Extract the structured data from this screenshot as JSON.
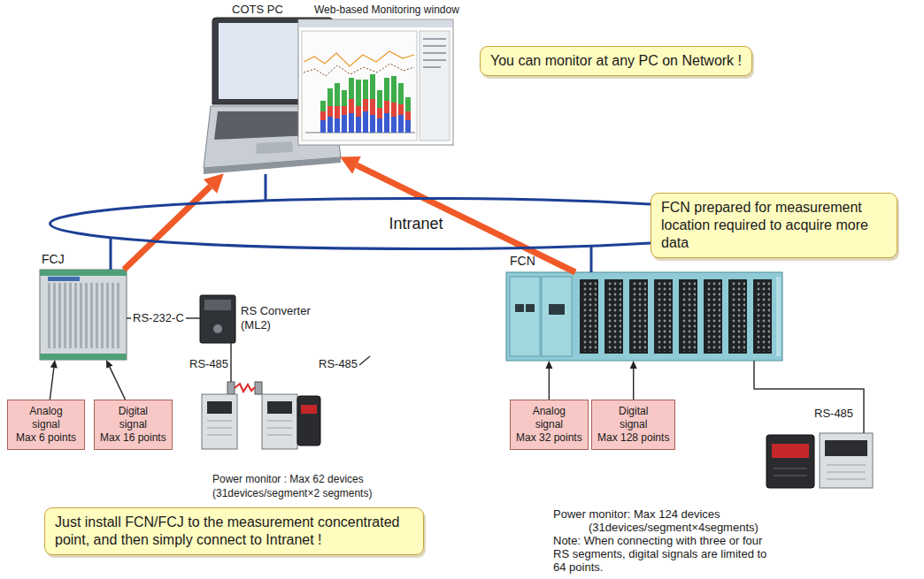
{
  "diagram": {
    "nodes": [
      {
        "text": [
          "COTS PC"
        ]
      },
      {
        "text": [
          "Web-based Monitoring window"
        ]
      },
      {
        "text": [
          "You can monitor at any PC on Network !"
        ]
      },
      {
        "text": [
          "Intranet"
        ]
      },
      {
        "text": [
          "FCN prepared for measurement location required to acquire more data"
        ]
      },
      {
        "text": [
          "FCJ"
        ]
      },
      {
        "text": [
          "FCN"
        ]
      },
      {
        "text": [
          "RS Converter (ML2)"
        ]
      },
      {
        "text": [
          "Analog signal",
          "Max 6 points"
        ]
      },
      {
        "text": [
          "Digital signal",
          "Max 16 points"
        ]
      },
      {
        "text": [
          "Power monitor : Max 62 devices",
          "(31devices/segment×2 segments)"
        ]
      },
      {
        "text": [
          "Analog signal",
          "Max 32 points"
        ]
      },
      {
        "text": [
          "Digital signal",
          "Max 128 points"
        ]
      },
      {
        "text": [
          "Power monitor: Max 124 devices",
          "(31devices/segment×4segments)",
          "Note: When connecting with three or four RS segments, digital signals are limited to 64 points."
        ]
      },
      {
        "text": [
          "Just install FCN/FCJ to the measurement concentrated point, and then simply connect to Intranet !"
        ]
      }
    ],
    "edges": [
      {
        "from": 8,
        "to": 5,
        "arrow": "to"
      },
      {
        "from": 9,
        "to": 5,
        "arrow": "to"
      },
      {
        "from": 5,
        "to": 0,
        "arrow": "to"
      },
      {
        "from": 5,
        "to": 3,
        "arrow": "none"
      },
      {
        "from": 3,
        "to": 0,
        "arrow": "none"
      },
      {
        "from": 6,
        "to": 0,
        "arrow": "to"
      },
      {
        "from": 6,
        "to": 3,
        "arrow": "none"
      },
      {
        "from": 5,
        "to": 7,
        "label": "RS-232-C",
        "arrow": "none"
      },
      {
        "from": 7,
        "to": 10,
        "label": "RS-485",
        "arrow": "none"
      },
      {
        "from": 11,
        "to": 6,
        "arrow": "to"
      },
      {
        "from": 12,
        "to": 6,
        "arrow": "to"
      },
      {
        "from": 6,
        "to": 13,
        "label": "RS-485",
        "arrow": "none"
      }
    ],
    "labels": [
      "RS-485"
    ]
  }
}
